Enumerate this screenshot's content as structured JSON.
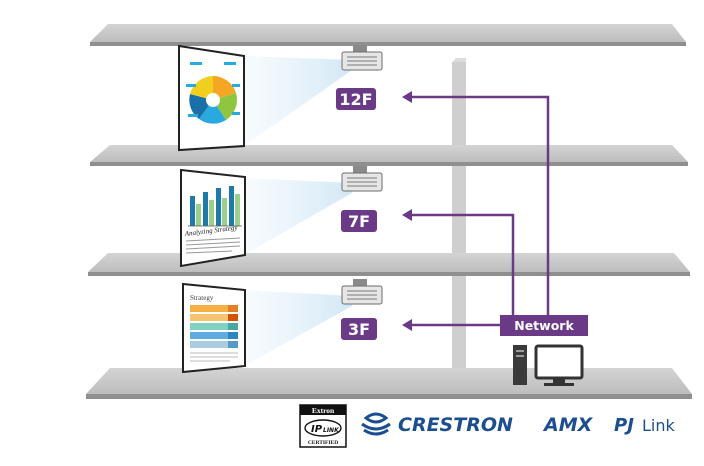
{
  "floors": [
    {
      "label": "12F",
      "screen_title": ""
    },
    {
      "label": "7F",
      "screen_title": "Analyzing Strategy"
    },
    {
      "label": "3F",
      "screen_title": "Strategy"
    }
  ],
  "network": {
    "label": "Network"
  },
  "logos": {
    "extron_top": "Extron",
    "extron_ip": "IP",
    "extron_link": "LINK",
    "extron_certified": "CERTIFIED",
    "crestron": "CRESTRON",
    "amx": "AMX",
    "pjlink_pj": "PJ",
    "pjlink_link": "Link"
  },
  "colors": {
    "accent_purple": "#6b3a86",
    "shelf_gray": "#b9b9b9",
    "crestron_blue": "#1b4e8e",
    "amx_blue": "#1d4f8f"
  }
}
